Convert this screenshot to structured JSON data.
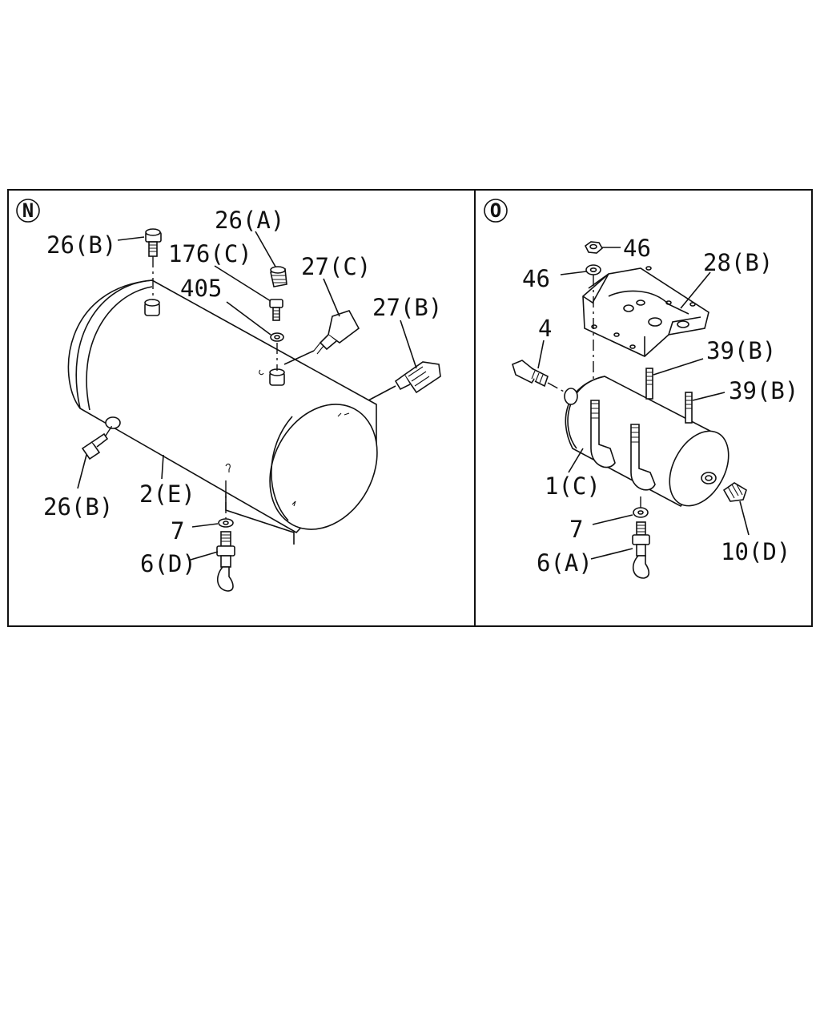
{
  "panels": [
    {
      "view_label": "N",
      "callouts": [
        "26(B)",
        "176(C)",
        "405",
        "26(A)",
        "27(C)",
        "27(B)",
        "26(B)",
        "2(E)",
        "7",
        "6(D)"
      ]
    },
    {
      "view_label": "O",
      "callouts": [
        "46",
        "46",
        "28(B)",
        "4",
        "39(B)",
        "39(B)",
        "1(C)",
        "7",
        "6(A)",
        "10(D)"
      ]
    }
  ]
}
